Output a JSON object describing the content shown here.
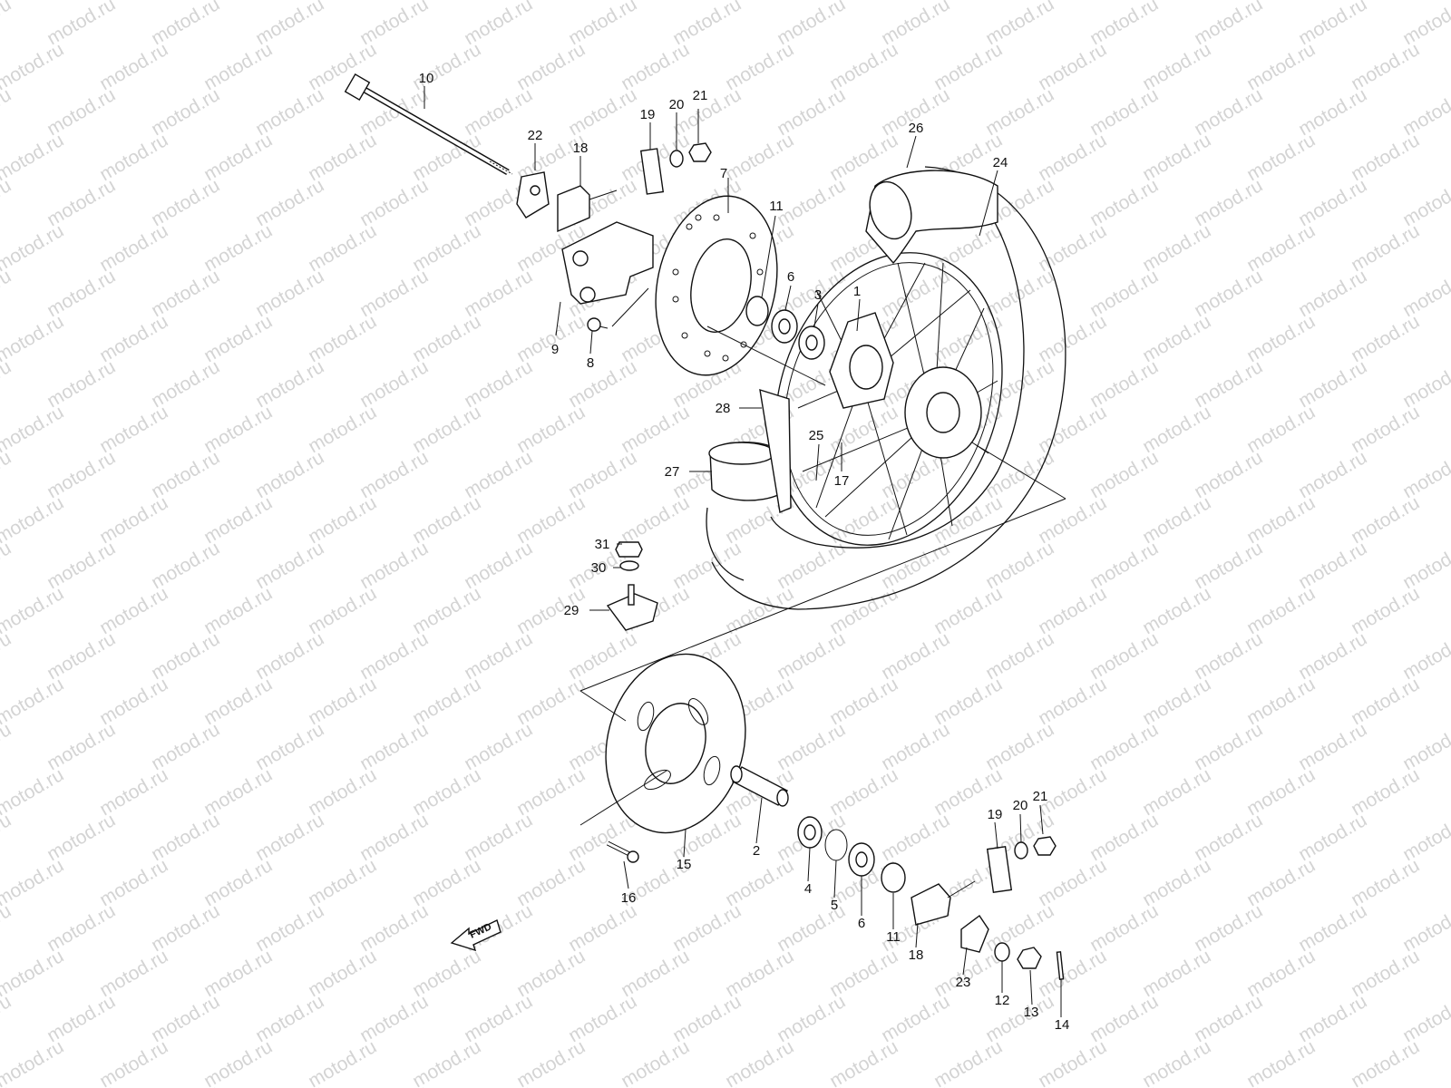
{
  "watermark": "motod.ru",
  "fwd_label": "FWD",
  "callouts": [
    {
      "n": "1"
    },
    {
      "n": "2"
    },
    {
      "n": "3"
    },
    {
      "n": "4"
    },
    {
      "n": "5"
    },
    {
      "n": "6"
    },
    {
      "n": "6"
    },
    {
      "n": "7"
    },
    {
      "n": "8"
    },
    {
      "n": "9"
    },
    {
      "n": "10"
    },
    {
      "n": "11"
    },
    {
      "n": "11"
    },
    {
      "n": "12"
    },
    {
      "n": "13"
    },
    {
      "n": "14"
    },
    {
      "n": "15"
    },
    {
      "n": "16"
    },
    {
      "n": "17"
    },
    {
      "n": "18"
    },
    {
      "n": "18"
    },
    {
      "n": "19"
    },
    {
      "n": "19"
    },
    {
      "n": "20"
    },
    {
      "n": "20"
    },
    {
      "n": "21"
    },
    {
      "n": "21"
    },
    {
      "n": "22"
    },
    {
      "n": "23"
    },
    {
      "n": "24"
    },
    {
      "n": "25"
    },
    {
      "n": "26"
    },
    {
      "n": "27"
    },
    {
      "n": "28"
    },
    {
      "n": "29"
    },
    {
      "n": "30"
    },
    {
      "n": "31"
    }
  ]
}
